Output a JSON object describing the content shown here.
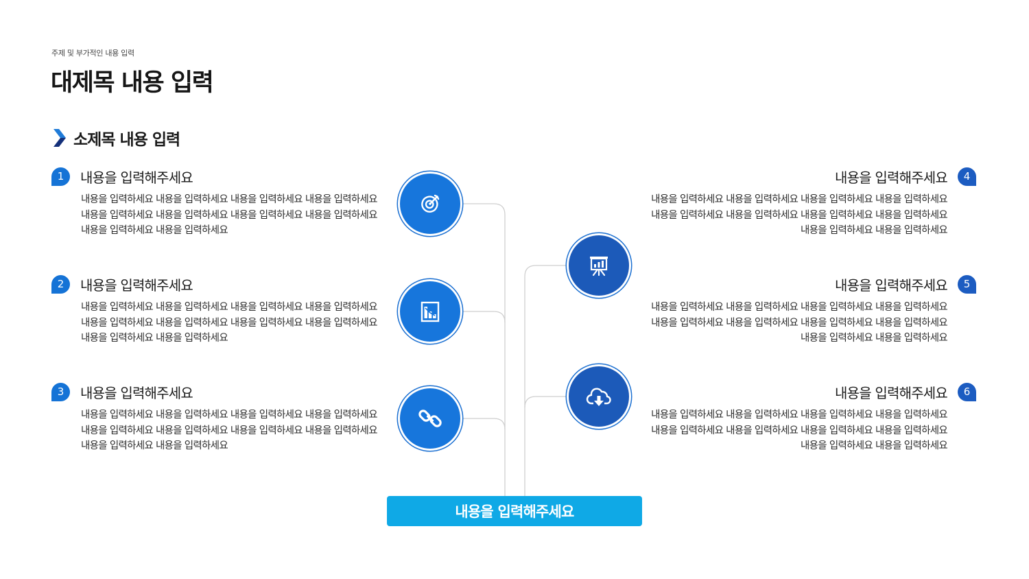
{
  "header": {
    "subtitle": "주제 및 부가적인 내용 입력",
    "title": "대제목 내용 입력",
    "section_title": "소제목 내용 입력"
  },
  "colors": {
    "accent_blue": "#1776dc",
    "dark_blue": "#1c5ab9",
    "cyan_bar": "#0fa9e6",
    "connector": "#cfcfcf"
  },
  "items_left": [
    {
      "num": "1",
      "title": "내용을 입력해주세요",
      "lines": [
        "내용을 입력하세요 내용을 입력하세요 내용을 입력하세요 내용을 입력하세요",
        "내용을 입력하세요 내용을 입력하세요 내용을 입력하세요 내용을 입력하세요",
        "내용을 입력하세요 내용을 입력하세요"
      ],
      "icon": "target-icon"
    },
    {
      "num": "2",
      "title": "내용을 입력해주세요",
      "lines": [
        "내용을 입력하세요 내용을 입력하세요 내용을 입력하세요 내용을 입력하세요",
        "내용을 입력하세요 내용을 입력하세요 내용을 입력하세요 내용을 입력하세요",
        "내용을 입력하세요 내용을 입력하세요"
      ],
      "icon": "bar-chart-icon"
    },
    {
      "num": "3",
      "title": "내용을 입력해주세요",
      "lines": [
        "내용을 입력하세요 내용을 입력하세요 내용을 입력하세요 내용을 입력하세요",
        "내용을 입력하세요 내용을 입력하세요 내용을 입력하세요 내용을 입력하세요",
        "내용을 입력하세요 내용을 입력하세요"
      ],
      "icon": "link-icon"
    }
  ],
  "items_right": [
    {
      "num": "4",
      "title": "내용을 입력해주세요",
      "lines": [
        "내용을 입력하세요 내용을 입력하세요 내용을 입력하세요 내용을 입력하세요",
        "내용을 입력하세요 내용을 입력하세요 내용을 입력하세요 내용을 입력하세요",
        "내용을 입력하세요 내용을 입력하세요"
      ]
    },
    {
      "num": "5",
      "title": "내용을 입력해주세요",
      "lines": [
        "내용을 입력하세요 내용을 입력하세요 내용을 입력하세요 내용을 입력하세요",
        "내용을 입력하세요 내용을 입력하세요 내용을 입력하세요 내용을 입력하세요",
        "내용을 입력하세요 내용을 입력하세요"
      ]
    },
    {
      "num": "6",
      "title": "내용을 입력해주세요",
      "lines": [
        "내용을 입력하세요 내용을 입력하세요 내용을 입력하세요 내용을 입력하세요",
        "내용을 입력하세요 내용을 입력하세요 내용을 입력하세요 내용을 입력하세요",
        "내용을 입력하세요 내용을 입력하세요"
      ]
    }
  ],
  "right_icons": [
    "presentation-board-icon",
    "cloud-download-icon"
  ],
  "bottom_label": "내용을 입력해주세요"
}
